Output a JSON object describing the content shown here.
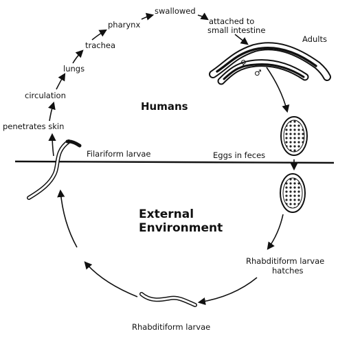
{
  "colors": {
    "ink": "#111111",
    "background": "#ffffff"
  },
  "zones": {
    "upper": "Humans",
    "lower_line1": "External",
    "lower_line2": "Environment"
  },
  "stages": {
    "penetrates_skin": "penetrates skin",
    "circulation": "circulation",
    "lungs": "lungs",
    "trachea": "trachea",
    "pharynx": "pharynx",
    "swallowed": "swallowed",
    "attached_line1": "attached to",
    "attached_line2": "small intestine",
    "adults": "Adults",
    "filariform": "Filariform larvae",
    "eggs_in_feces": "Eggs in feces",
    "rhabditiform_hatches_line1": "Rhabditiform larvae",
    "rhabditiform_hatches_line2": "hatches",
    "rhabditiform": "Rhabditiform larvae"
  },
  "symbols": {
    "female": "♀",
    "male": "♂"
  }
}
